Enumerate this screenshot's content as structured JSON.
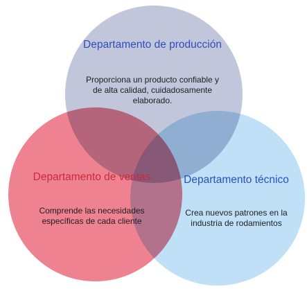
{
  "diagram": {
    "circles": [
      {
        "id": "production",
        "title": "Departamento de producción",
        "description": "Proporciona un producto confiable y de alta calidad, cuidadosamente elaborado.",
        "fill": "#c1c6da",
        "title_color": "#2e4dbf"
      },
      {
        "id": "sales",
        "title": "Departamento de ventas",
        "description": "Comprende las necesidades específicas de cada cliente",
        "fill": "#ee8290",
        "title_color": "#c92a3c"
      },
      {
        "id": "technical",
        "title": "Departamento técnico",
        "description": "Crea nuevos patrones en la industria de rodamientos",
        "fill": "#bfe0f6",
        "title_color": "#2e4dbf"
      }
    ]
  }
}
